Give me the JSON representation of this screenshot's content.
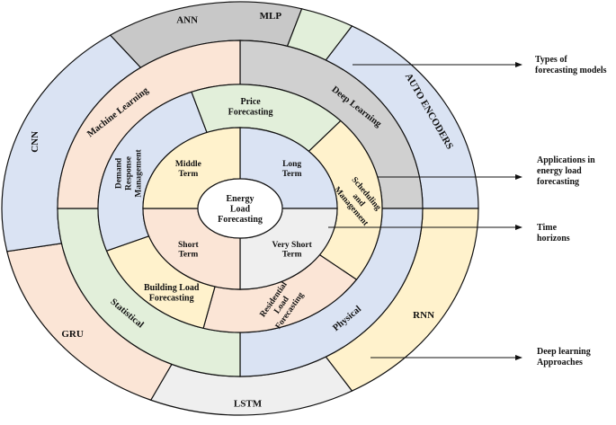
{
  "diagram": {
    "center": [
      "Energy",
      "Load",
      "Forecasting"
    ],
    "time_horizons": [
      {
        "lines": [
          "Long",
          "Term"
        ],
        "color": "#dae3f3"
      },
      {
        "lines": [
          "Very Short",
          "Term"
        ],
        "color": "#efefef"
      },
      {
        "lines": [
          "Short",
          "Term"
        ],
        "color": "#fbe5d6"
      },
      {
        "lines": [
          "Middle",
          "Term"
        ],
        "color": "#fff2cc"
      }
    ],
    "applications": [
      {
        "lines": [
          "Scheduling",
          "and",
          "Management"
        ],
        "color": "#fff2cc"
      },
      {
        "lines": [
          "Residential",
          "Load",
          "Forecasting"
        ],
        "color": "#fbe5d6"
      },
      {
        "lines": [
          "Building Load",
          "Forecasting"
        ],
        "color": "#fff2cc"
      },
      {
        "lines": [
          "Demand",
          "Response",
          "Management"
        ],
        "color": "#dae3f3"
      },
      {
        "lines": [
          "Price",
          "Forecasting"
        ],
        "color": "#e2efda"
      }
    ],
    "model_types": [
      {
        "label": "Deep Learning",
        "color": "#d0d0d0"
      },
      {
        "label": "Physical",
        "color": "#dae3f3"
      },
      {
        "label": "Statistical",
        "color": "#e2efda"
      },
      {
        "label": "Machine Learning",
        "color": "#fbe5d6"
      }
    ],
    "deep_learning": [
      {
        "label": "AUTO ENCODERS",
        "color": "#dae3f3"
      },
      {
        "label": "RNN",
        "color": "#fff2cc"
      },
      {
        "label": "LSTM",
        "color": "#efefef"
      },
      {
        "label": "GRU",
        "color": "#fbe5d6"
      },
      {
        "label": "CNN",
        "color": "#dae3f3"
      },
      {
        "label": "ANN",
        "color": "#c8c8c8"
      },
      {
        "label": "MLP",
        "color": "#e2efda"
      }
    ],
    "side_labels": [
      [
        "Types of",
        "forecasting models"
      ],
      [
        "Applications in",
        "energy load",
        "forecasting"
      ],
      [
        "Time",
        "horizons"
      ],
      [
        "Deep learning",
        "Approaches"
      ]
    ]
  }
}
